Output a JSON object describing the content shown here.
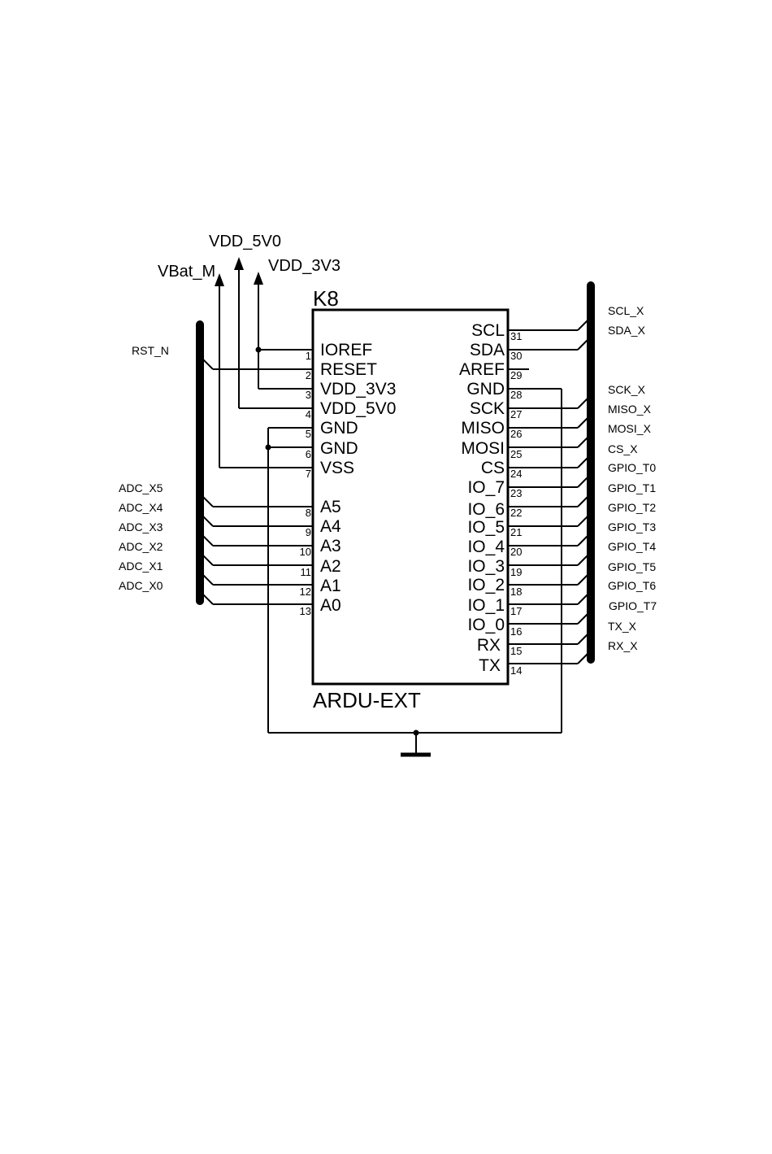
{
  "component": {
    "designator": "K8",
    "value": "ARDU-EXT"
  },
  "left_pins": [
    {
      "num": "1",
      "name": "IOREF"
    },
    {
      "num": "2",
      "name": "RESET"
    },
    {
      "num": "3",
      "name": "VDD_3V3"
    },
    {
      "num": "4",
      "name": "VDD_5V0"
    },
    {
      "num": "5",
      "name": "GND"
    },
    {
      "num": "6",
      "name": "GND"
    },
    {
      "num": "7",
      "name": "VSS"
    },
    {
      "num": "8",
      "name": "A5"
    },
    {
      "num": "9",
      "name": "A4"
    },
    {
      "num": "10",
      "name": "A3"
    },
    {
      "num": "11",
      "name": "A2"
    },
    {
      "num": "12",
      "name": "A1"
    },
    {
      "num": "13",
      "name": "A0"
    }
  ],
  "right_pins": [
    {
      "num": "31",
      "name": "SCL"
    },
    {
      "num": "30",
      "name": "SDA"
    },
    {
      "num": "29",
      "name": "AREF"
    },
    {
      "num": "28",
      "name": "GND"
    },
    {
      "num": "27",
      "name": "SCK"
    },
    {
      "num": "26",
      "name": "MISO"
    },
    {
      "num": "25",
      "name": "MOSI"
    },
    {
      "num": "24",
      "name": "CS"
    },
    {
      "num": "23",
      "name": "IO_7"
    },
    {
      "num": "22",
      "name": "IO_6"
    },
    {
      "num": "21",
      "name": "IO_5"
    },
    {
      "num": "20",
      "name": "IO_4"
    },
    {
      "num": "19",
      "name": "IO_3"
    },
    {
      "num": "18",
      "name": "IO_2"
    },
    {
      "num": "17",
      "name": "IO_1"
    },
    {
      "num": "16",
      "name": "IO_0"
    },
    {
      "num": "15",
      "name": "RX"
    },
    {
      "num": "14",
      "name": "TX"
    }
  ],
  "power_labels": {
    "vbat": "VBat_M",
    "vdd5": "VDD_5V0",
    "vdd3": "VDD_3V3"
  },
  "left_nets": {
    "reset": "RST_N",
    "adc": [
      "ADC_X5",
      "ADC_X4",
      "ADC_X3",
      "ADC_X2",
      "ADC_X1",
      "ADC_X0"
    ]
  },
  "right_nets": [
    "SCL_X",
    "SDA_X",
    "SCK_X",
    "MISO_X",
    "MOSI_X",
    "CS_X",
    "GPIO_T0",
    "GPIO_T1",
    "GPIO_T2",
    "GPIO_T3",
    "GPIO_T4",
    "GPIO_T5",
    "GPIO_T6",
    "GPIO_T7",
    "TX_X",
    "RX_X"
  ]
}
